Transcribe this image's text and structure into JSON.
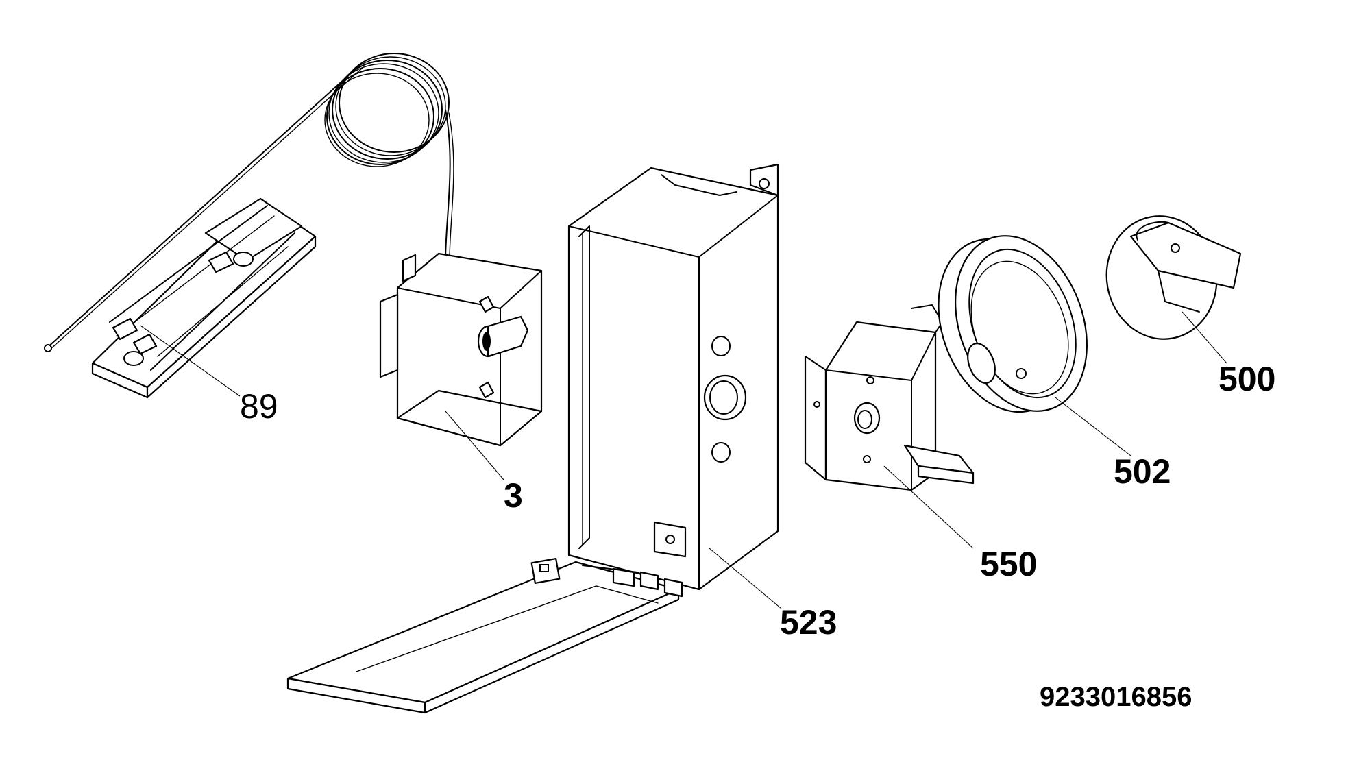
{
  "parts": [
    {
      "id": "89",
      "label": "89"
    },
    {
      "id": "3",
      "label": "3"
    },
    {
      "id": "523",
      "label": "523"
    },
    {
      "id": "550",
      "label": "550"
    },
    {
      "id": "502",
      "label": "502"
    },
    {
      "id": "500",
      "label": "500"
    }
  ],
  "drawing_number": "9233016856"
}
